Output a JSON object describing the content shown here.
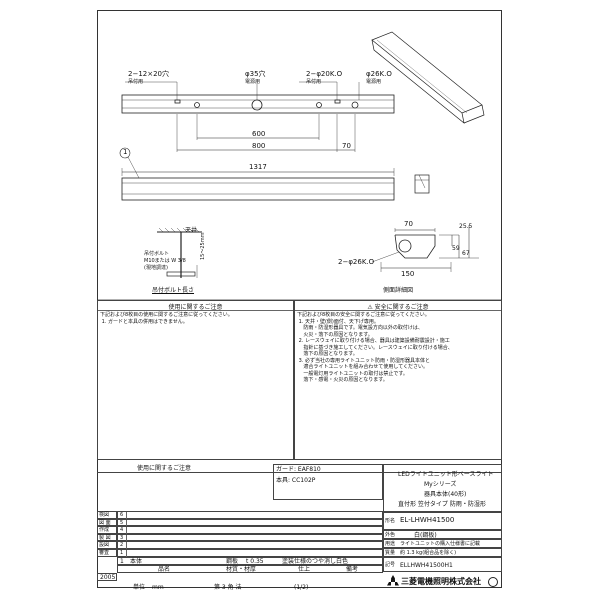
{
  "drawing": {
    "holes_2_12x20": "2−12×20穴",
    "holes_2_12x20_note": "吊付用",
    "hole_35": "φ35穴",
    "hole_35_note": "電源用",
    "hole_20ko": "2−φ20K.O",
    "hole_20ko_note": "吊付用",
    "hole_26ko": "φ26K.O",
    "hole_26ko_note": "電源用",
    "dim_600": "600",
    "dim_800": "800",
    "dim_70": "70",
    "dim_1317": "1317",
    "balloon_1": "1",
    "ceiling_label": "天井",
    "bolt_label_1": "吊付ボルト",
    "bolt_label_2": "M10または W 3/8",
    "bolt_label_3": "(現地調達)",
    "bolt_dim": "15〜25mm",
    "bolt_caption": "吊付ボルト長さ",
    "side_dim_70": "70",
    "side_dim_25_5": "25.5",
    "side_dim_59": "59",
    "side_dim_67": "67",
    "side_dim_150": "150",
    "side_hole": "2−φ26K.O",
    "side_caption": "側面詳細図"
  },
  "caution_left": {
    "title": "使用に関するご注意",
    "body": "下記および8枚目の使用に関するご注意に従ってください。\n 1. ガードと本具の併用はできません。"
  },
  "caution_right": {
    "title": "⚠ 安全に関するご注意",
    "body": "下記および8枚目の安全に関するご注意に従ってください。\n 1. 天井・壁(側)面付、天下げ専用。\n    防雨・防湿形器具です。電気設方向以外の取付けは、\n    火災・落下の原因となります。\n 2. レースウェイに取り付ける場合、器具は建築設備耐震設計・施工\n    指針に基づき施工してください。レースウェイに取り付ける場合、\n    落下の原因となります。\n 3. 必ず当社の専用ライトユニット防雨・防湿形器具本体と\n    適合ライトユニットを組み合わせて使用してください。\n    一般電灯用ライトユニットの取付は禁止です。\n    落下・感電・火災の原因となります。"
  },
  "title_block": {
    "misc_caution_header": "使用に関するご注意",
    "guard_model": "ガード: EAF810",
    "tool_model": "本具: CC102P",
    "product_line_1": "LEDライトユニット形ベースライト",
    "product_line_2": "Myシリーズ",
    "product_line_3": "器具本体(40形)",
    "product_line_4": "直付形  笠付タイプ 防雨・防湿形",
    "model_label": "形名",
    "model_value": "EL-LHWH41500",
    "color_label": "外色",
    "color_value": "白(鋼板)",
    "use_label": "用途",
    "use_value": "ライトユニットの購入仕様書に記載",
    "weight_label": "質量",
    "weight_value": "約 1.3 kg(組合品を除く)",
    "code_label": "記号",
    "code_value": "ELLHWH41500H1",
    "rows": [
      "6",
      "5",
      "4",
      "3",
      "2",
      "1"
    ],
    "side_labels": [
      "検図",
      "図 面",
      "作成",
      "製 図",
      "設図",
      "審査"
    ],
    "part_no": "1",
    "part_name": "本体",
    "part_material": "鋼板",
    "part_thickness": "t 0.35",
    "part_finish": "塗装仕様のつや消し白色",
    "col_item": "品名",
    "col_material": "材質・材厚",
    "col_finish": "仕上",
    "col_remark": "備考",
    "year": "2005",
    "unit_label": "単位",
    "unit_value": "mm",
    "projection": "第 3 角 法",
    "page": "(1/2)",
    "company": "三菱電機照明株式会社"
  }
}
